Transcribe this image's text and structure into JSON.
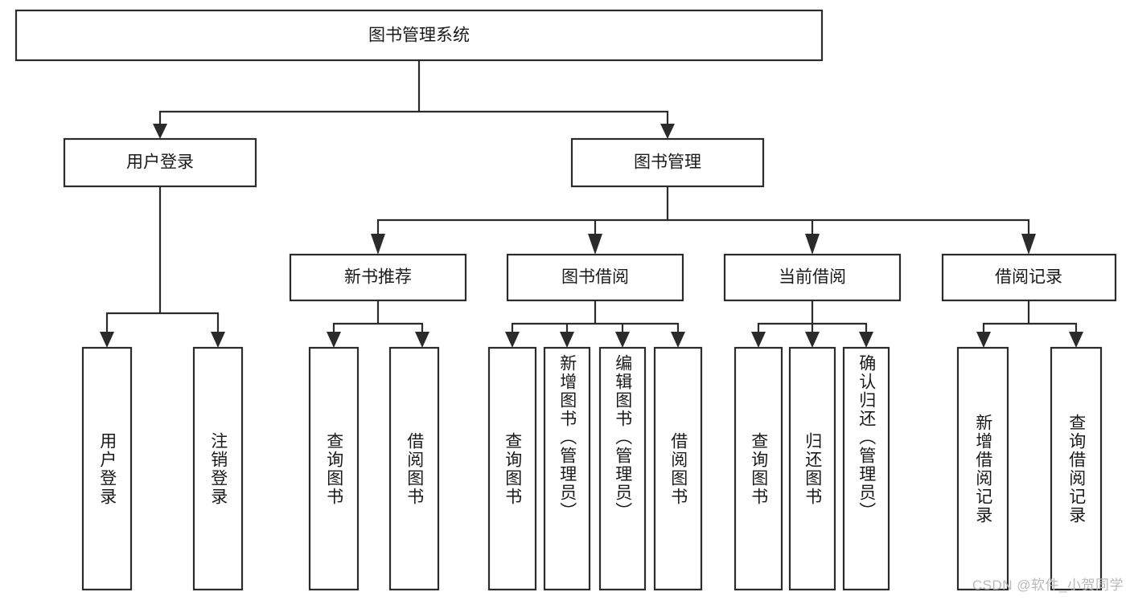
{
  "diagram": {
    "type": "tree",
    "title_text": "图书管理系统",
    "watermark": "CSDN @软件_小贺同学",
    "colors": {
      "box_stroke": "#2b2b2b",
      "box_fill": "#ffffff",
      "text": "#1a1a1a",
      "background": "#ffffff",
      "watermark": "#b9b9b9"
    },
    "root": {
      "id": "root",
      "label": "图书管理系统"
    },
    "level2": [
      {
        "id": "user-login",
        "label": "用户登录"
      },
      {
        "id": "book-manage",
        "label": "图书管理"
      }
    ],
    "level3": [
      {
        "id": "new-book-recommend",
        "label": "新书推荐"
      },
      {
        "id": "book-borrow",
        "label": "图书借阅"
      },
      {
        "id": "current-borrow",
        "label": "当前借阅"
      },
      {
        "id": "borrow-record",
        "label": "借阅记录"
      }
    ],
    "leaves": {
      "user_login": [
        {
          "id": "leaf-user-login",
          "label": "用户登录"
        },
        {
          "id": "leaf-logout-login",
          "label": "注销登录"
        }
      ],
      "new_book_recommend": [
        {
          "id": "leaf-query-book-1",
          "label": "查询图书"
        },
        {
          "id": "leaf-borrow-book-1",
          "label": "借阅图书"
        }
      ],
      "book_borrow": [
        {
          "id": "leaf-query-book-2",
          "label": "查询图书"
        },
        {
          "id": "leaf-add-book-admin",
          "label": "新增图书（管理员）"
        },
        {
          "id": "leaf-edit-book-admin",
          "label": "编辑图书（管理员）"
        },
        {
          "id": "leaf-borrow-book-2",
          "label": "借阅图书"
        }
      ],
      "current_borrow": [
        {
          "id": "leaf-query-book-3",
          "label": "查询图书"
        },
        {
          "id": "leaf-return-book",
          "label": "归还图书"
        },
        {
          "id": "leaf-confirm-return-admin",
          "label": "确认归还（管理员）"
        }
      ],
      "borrow_record": [
        {
          "id": "leaf-add-borrow-record",
          "label": "新增借阅记录"
        },
        {
          "id": "leaf-query-borrow-record",
          "label": "查询借阅记录"
        }
      ]
    }
  }
}
